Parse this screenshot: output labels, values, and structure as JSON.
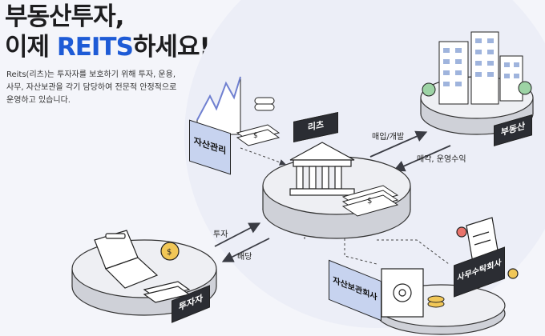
{
  "headline": {
    "line1": "부동산투자,",
    "line2_prefix": "이제 ",
    "line2_highlight": "REITS",
    "line2_suffix": "하세요!"
  },
  "description": {
    "line1": "Reits(리츠)는 투자자를 보호하기 위해 투자, 운용,",
    "line2": "사무, 자산보관을 각기 담당하여 전문적 안정적으로",
    "line3": "운영하고 있습니다."
  },
  "nodes": {
    "reits": "리츠",
    "asset_management": "자산관리",
    "real_estate": "부동산",
    "investor": "투자자",
    "custodian": "자산보관회사",
    "admin_trustee": "사무수탁회사"
  },
  "flows": {
    "purchase_develop": "매입/개발",
    "sale_revenue": "매각, 운영수익",
    "invest": "투자",
    "dividend": "배당"
  },
  "colors": {
    "accent": "#1e5bd6",
    "dark_tag": "#2b2d33",
    "blue_tag": "#c7d3ef",
    "platform_top": "#e9eaee",
    "platform_side": "#cfd1d8"
  }
}
